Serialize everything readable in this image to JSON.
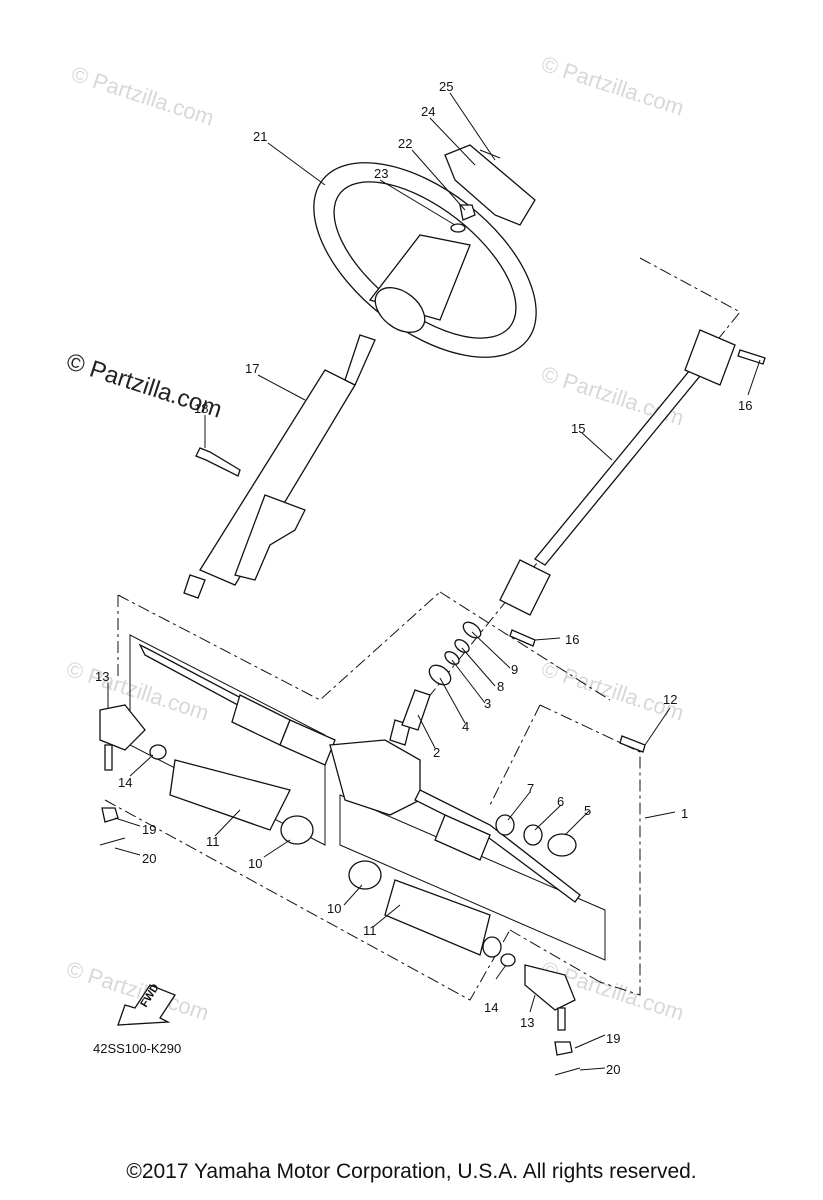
{
  "watermarks": {
    "faint": "© Partzilla.com",
    "strong": "© Partzilla.com"
  },
  "callouts": [
    "1",
    "2",
    "3",
    "4",
    "5",
    "6",
    "7",
    "8",
    "9",
    "10",
    "10",
    "11",
    "11",
    "12",
    "13",
    "13",
    "14",
    "14",
    "15",
    "16",
    "16",
    "17",
    "18",
    "19",
    "19",
    "20",
    "20",
    "21",
    "22",
    "23",
    "24",
    "25"
  ],
  "fwd_label": "FWD",
  "ref_code": "42SS100-K290",
  "copyright": "©2017  Yamaha Motor Corporation, U.S.A. All rights reserved."
}
